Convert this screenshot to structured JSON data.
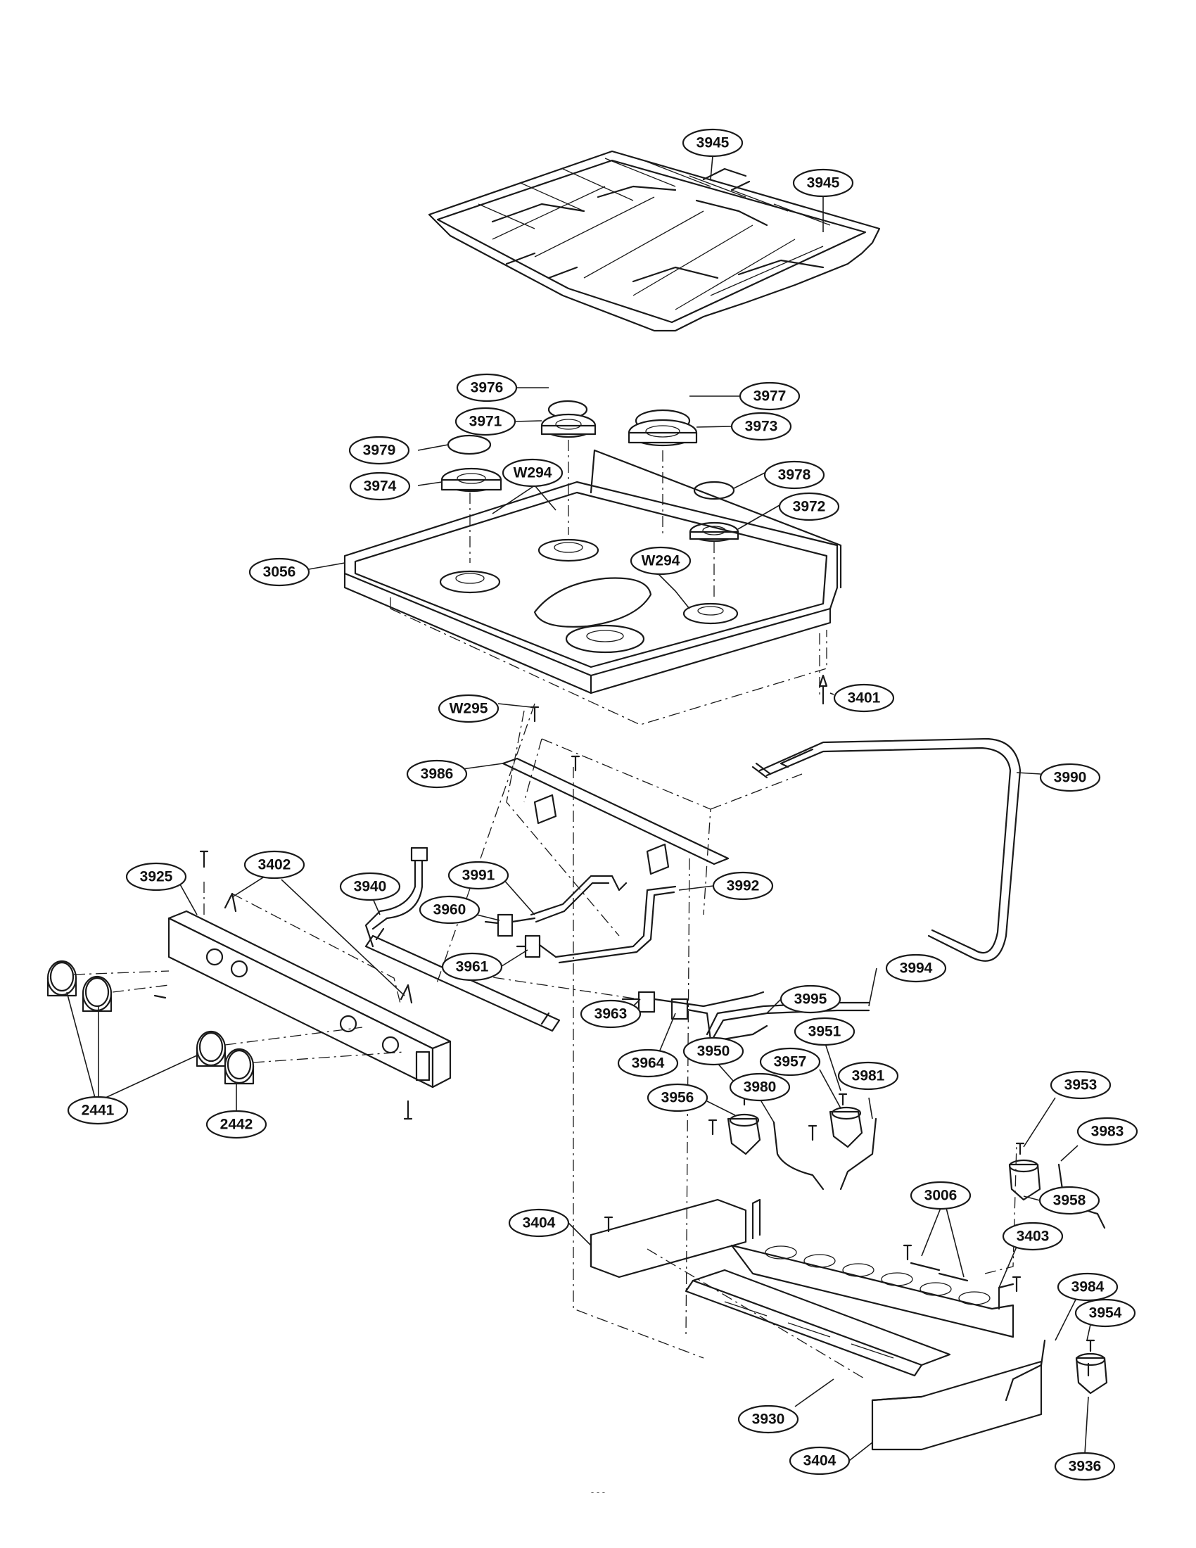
{
  "callouts": [
    {
      "id": "c3945a",
      "text": "3945"
    },
    {
      "id": "c3945b",
      "text": "3945"
    },
    {
      "id": "c3976",
      "text": "3976"
    },
    {
      "id": "c3977",
      "text": "3977"
    },
    {
      "id": "c3971",
      "text": "3971"
    },
    {
      "id": "c3973",
      "text": "3973"
    },
    {
      "id": "c3979",
      "text": "3979"
    },
    {
      "id": "c3974",
      "text": "3974"
    },
    {
      "id": "cW294a",
      "text": "W294"
    },
    {
      "id": "c3978",
      "text": "3978"
    },
    {
      "id": "c3972",
      "text": "3972"
    },
    {
      "id": "c3056",
      "text": "3056"
    },
    {
      "id": "cW294b",
      "text": "W294"
    },
    {
      "id": "c3401",
      "text": "3401"
    },
    {
      "id": "cW295",
      "text": "W295"
    },
    {
      "id": "c3986",
      "text": "3986"
    },
    {
      "id": "c3990",
      "text": "3990"
    },
    {
      "id": "c3925",
      "text": "3925"
    },
    {
      "id": "c3402",
      "text": "3402"
    },
    {
      "id": "c3940",
      "text": "3940"
    },
    {
      "id": "c3991",
      "text": "3991"
    },
    {
      "id": "c3960",
      "text": "3960"
    },
    {
      "id": "c3992",
      "text": "3992"
    },
    {
      "id": "c3961",
      "text": "3961"
    },
    {
      "id": "c3994",
      "text": "3994"
    },
    {
      "id": "c3995",
      "text": "3995"
    },
    {
      "id": "c3963",
      "text": "3963"
    },
    {
      "id": "c3964",
      "text": "3964"
    },
    {
      "id": "c3950",
      "text": "3950"
    },
    {
      "id": "c3951",
      "text": "3951"
    },
    {
      "id": "c3957",
      "text": "3957"
    },
    {
      "id": "c3981",
      "text": "3981"
    },
    {
      "id": "c3956",
      "text": "3956"
    },
    {
      "id": "c3980",
      "text": "3980"
    },
    {
      "id": "c3953",
      "text": "3953"
    },
    {
      "id": "c3983",
      "text": "3983"
    },
    {
      "id": "c2441",
      "text": "2441"
    },
    {
      "id": "c2442",
      "text": "2442"
    },
    {
      "id": "c3958",
      "text": "3958"
    },
    {
      "id": "c3006",
      "text": "3006"
    },
    {
      "id": "c3404a",
      "text": "3404"
    },
    {
      "id": "c3403",
      "text": "3403"
    },
    {
      "id": "c3984",
      "text": "3984"
    },
    {
      "id": "c3954",
      "text": "3954"
    },
    {
      "id": "c3930",
      "text": "3930"
    },
    {
      "id": "c3404b",
      "text": "3404"
    },
    {
      "id": "c3936",
      "text": "3936"
    }
  ],
  "footer": {
    "page_mark": "- - -"
  }
}
